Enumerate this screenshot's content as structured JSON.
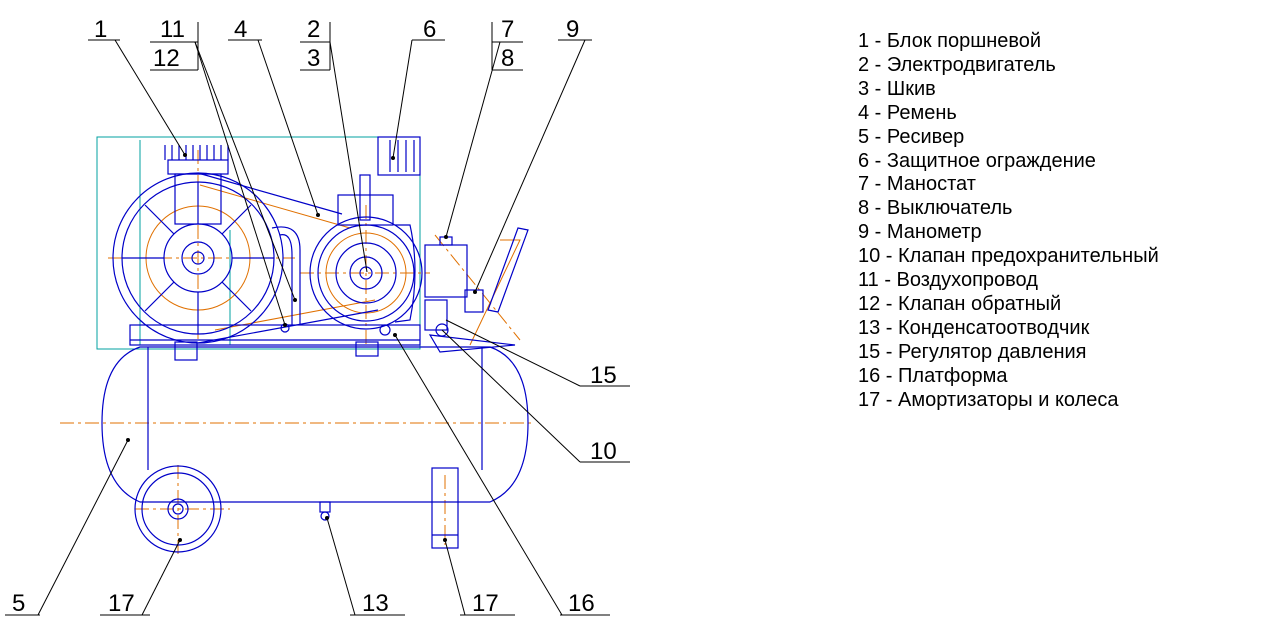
{
  "callouts": [
    "1",
    "11",
    "12",
    "4",
    "2",
    "3",
    "6",
    "7",
    "8",
    "9",
    "15",
    "10",
    "5",
    "17",
    "13",
    "17",
    "16"
  ],
  "legend": [
    "1 - Блок поршневой",
    "2 - Электродвигатель",
    "3 - Шкив",
    "4 - Ремень",
    "5 - Ресивер",
    "6 - Защитное ограждение",
    "7 - Маностат",
    "8 - Выключатель",
    "9 - Манометр",
    "10 - Клапан предохранительный",
    "11 - Воздухопровод",
    "12 - Клапан обратный",
    "13 - Конденсатоотводчик",
    "15 - Регулятор давления",
    "16 - Платформа",
    "17 - Амортизаторы и колеса"
  ]
}
